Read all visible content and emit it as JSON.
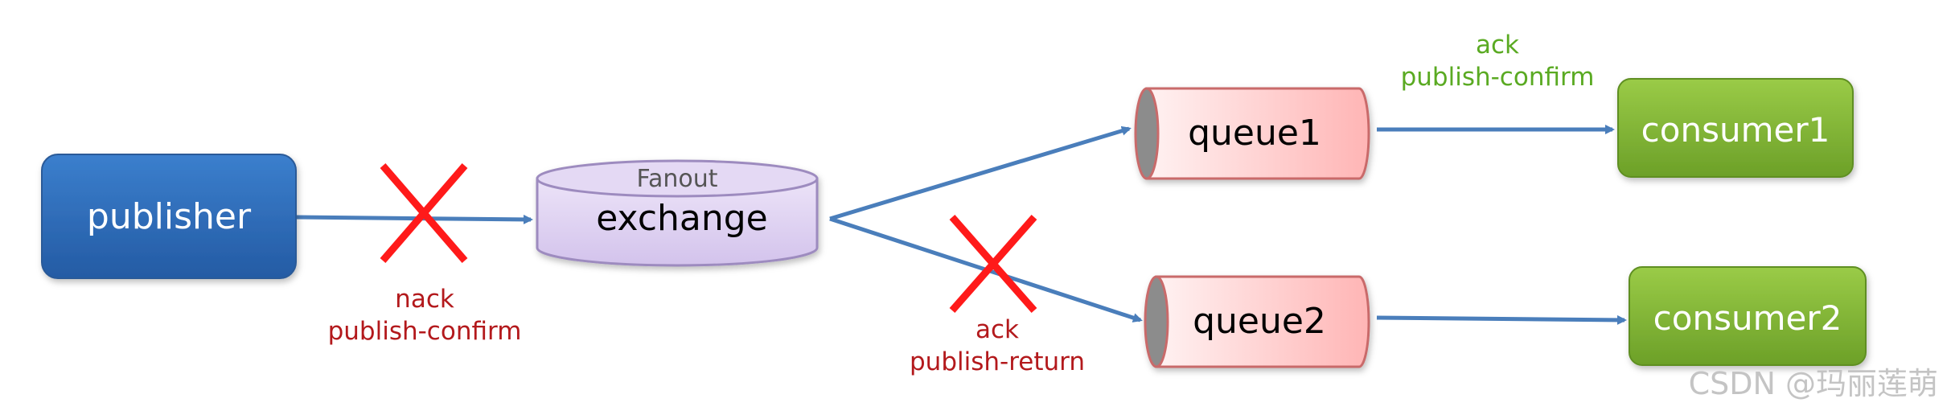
{
  "nodes": {
    "publisher": {
      "label": "publisher"
    },
    "exchange": {
      "type_label": "Fanout",
      "label": "exchange"
    },
    "queue1": {
      "label": "queue1"
    },
    "queue2": {
      "label": "queue2"
    },
    "consumer1": {
      "label": "consumer1"
    },
    "consumer2": {
      "label": "consumer2"
    }
  },
  "annotations": {
    "publisher_exchange": {
      "line1": "nack",
      "line2": "publish-confirm"
    },
    "exchange_queue2": {
      "line1": "ack",
      "line2": "publish-return"
    },
    "queue1_consumer1": {
      "line1": "ack",
      "line2": "publish-confirm"
    }
  },
  "watermark": "CSDN @玛丽莲萌",
  "colors": {
    "arrow": "#4a7ebb",
    "nack_text": "#b3191c",
    "ack_text": "#5aaa22",
    "cross": "#ff1a1a",
    "publisher_fill": "#2f68b3",
    "exchange_fill": "#ddd1f0",
    "queue_fill": "#ffc9c9",
    "consumer_fill": "#7fb231"
  }
}
